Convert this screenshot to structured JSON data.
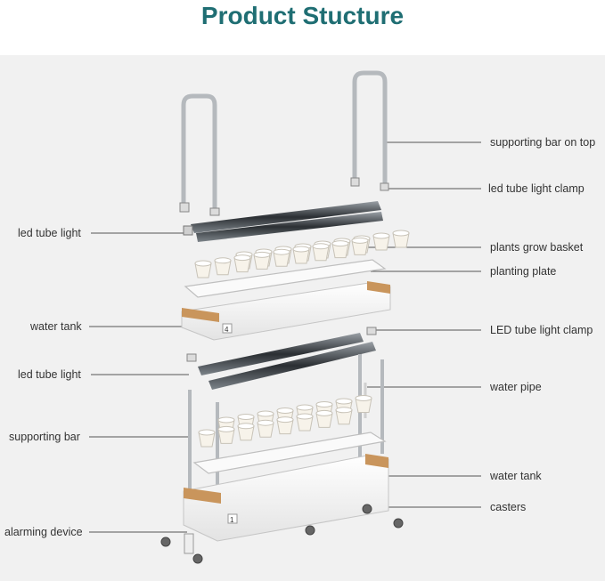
{
  "title": "Product Stucture",
  "colors": {
    "title": "#1f6e73",
    "panel": "#f1f1f1",
    "leader": "#555555",
    "wood": "#c9955c"
  },
  "labels_left": [
    "led tube light",
    "water tank",
    "led tube light",
    "supporting bar",
    "alarming device"
  ],
  "labels_right": [
    "supporting bar on top",
    "led tube light clamp",
    "plants grow basket",
    "planting plate",
    "LED tube light clamp",
    "water pipe",
    "water tank",
    "casters"
  ],
  "tank_numbers": [
    "4",
    "1"
  ]
}
